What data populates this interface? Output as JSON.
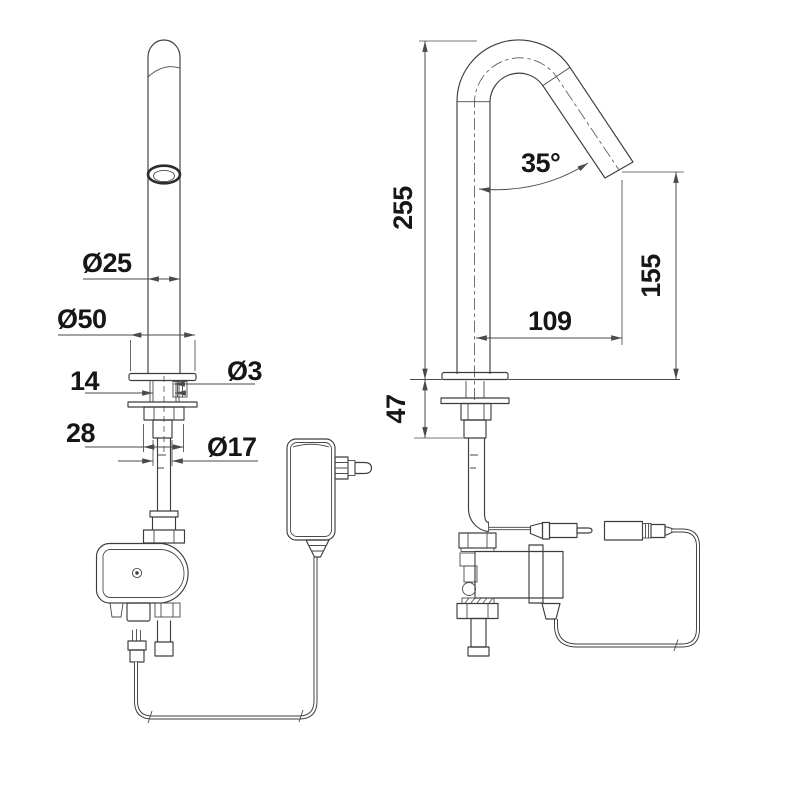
{
  "drawing": {
    "colors": {
      "background": "#ffffff",
      "line": "#3d3d3d",
      "text": "#161616"
    },
    "front_view": {
      "dimensions": {
        "spout_diameter": "Ø25",
        "base_diameter": "Ø50",
        "plate_height": "14",
        "cable_hole": "Ø3",
        "nut_width": "28",
        "thread_diameter": "Ø17"
      }
    },
    "side_view": {
      "dimensions": {
        "total_height": "255",
        "spout_angle": "35°",
        "outlet_height": "155",
        "spout_reach": "109",
        "deck_clearance": "47"
      }
    }
  }
}
